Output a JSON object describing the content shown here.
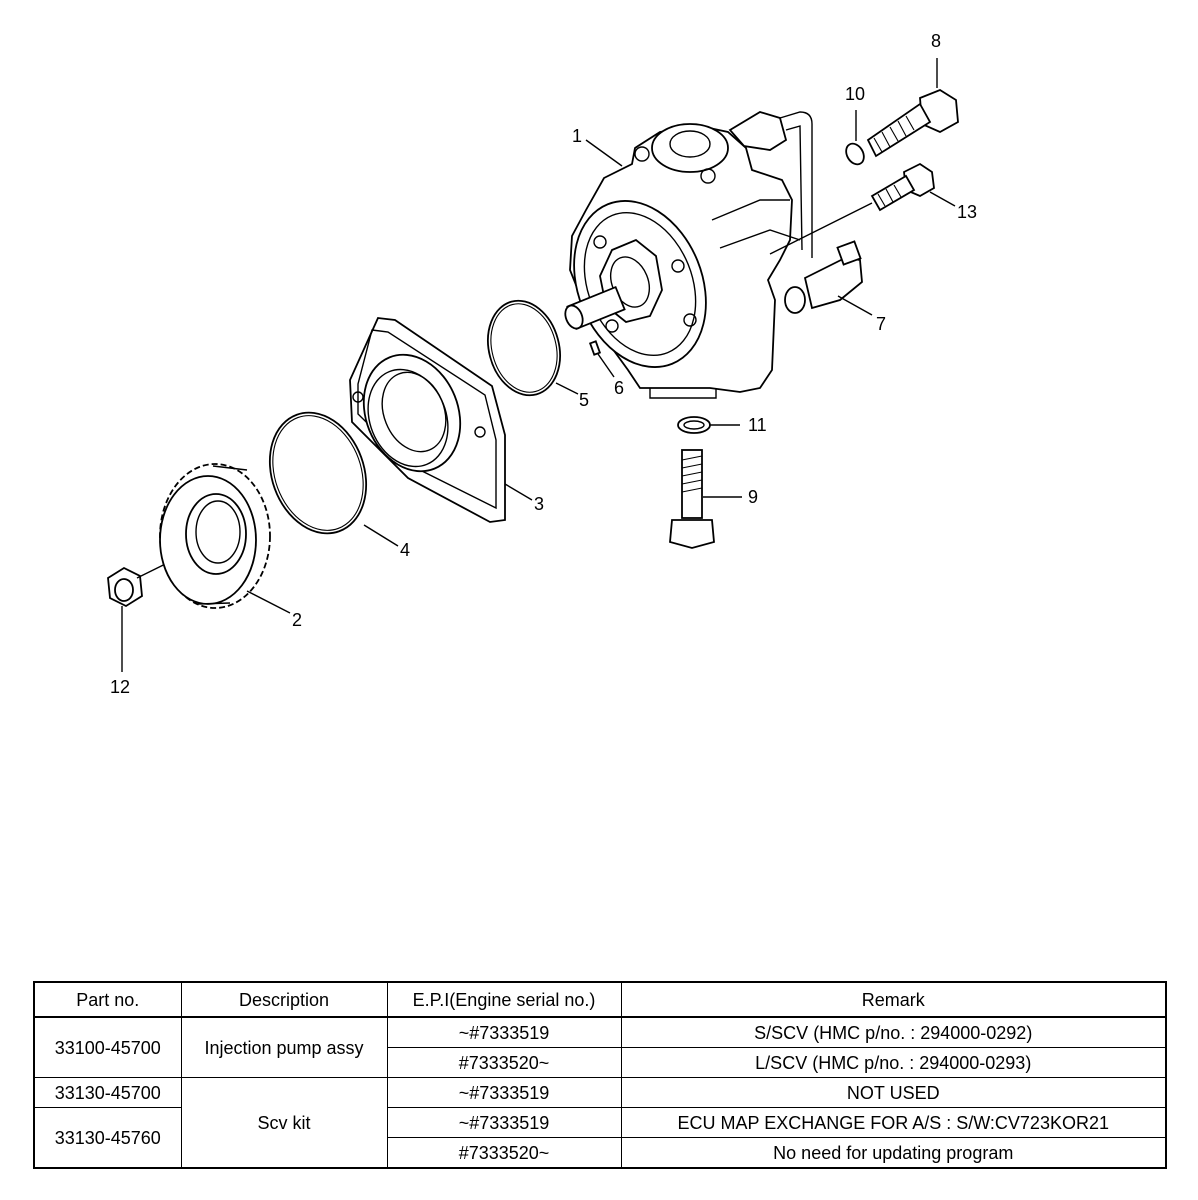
{
  "diagram": {
    "callouts": [
      "1",
      "2",
      "3",
      "4",
      "5",
      "6",
      "7",
      "8",
      "9",
      "10",
      "11",
      "12",
      "13"
    ]
  },
  "table": {
    "headers": [
      "Part no.",
      "Description",
      "E.P.I(Engine serial no.)",
      "Remark"
    ],
    "groups": [
      {
        "description": "Injection pump assy",
        "rows": [
          {
            "part_no": "33100-45700",
            "epi": "~#7333519",
            "remark": "S/SCV (HMC p/no. : 294000-0292)"
          },
          {
            "part_no": "",
            "epi": "#7333520~",
            "remark": "L/SCV (HMC p/no. : 294000-0293)"
          }
        ]
      },
      {
        "description": "Scv kit",
        "rows": [
          {
            "part_no": "33130-45700",
            "epi": "~#7333519",
            "remark": "NOT USED"
          },
          {
            "part_no": "33130-45760",
            "epi": "~#7333519",
            "remark": "ECU MAP EXCHANGE FOR A/S : S/W:CV723KOR21"
          },
          {
            "part_no": "",
            "epi": "#7333520~",
            "remark": "No need for updating program"
          }
        ]
      }
    ]
  }
}
